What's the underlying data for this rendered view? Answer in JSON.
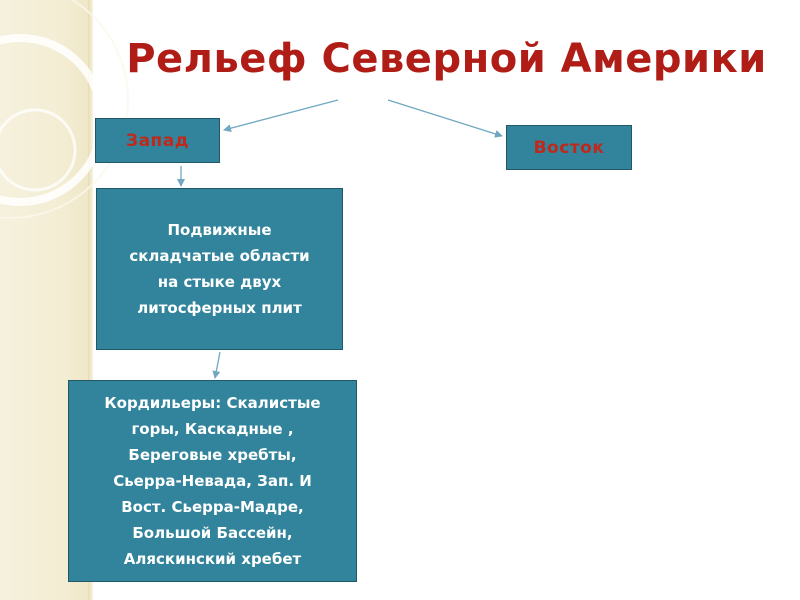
{
  "slide": {
    "title": "Рельеф Северной Америки"
  },
  "diagram": {
    "nodes": [
      {
        "id": "west",
        "label": "Запад"
      },
      {
        "id": "east",
        "label": "Восток"
      },
      {
        "id": "fold",
        "label": "Подвижные\nскладчатые области\nна стыке двух\nлитосферных плит"
      },
      {
        "id": "cord",
        "label": "Кордильеры: Скалистые\nгоры, Каскадные ,\nБереговые хребты,\nСьерра-Невада, Зап. И\nВост. Сьерра-Мадре,\nБольшой Бассейн,\nАляскинский хребет"
      }
    ],
    "edges": [
      {
        "from": "title",
        "to": "west"
      },
      {
        "from": "title",
        "to": "east"
      },
      {
        "from": "west",
        "to": "fold"
      },
      {
        "from": "fold",
        "to": "cord"
      }
    ]
  },
  "colors": {
    "title": "#b01c16",
    "header_text": "#c0281c",
    "box_fill": "#31849b",
    "box_border": "#205867",
    "arrow": "#6fa8c0",
    "side_band": "#f4eed7"
  }
}
